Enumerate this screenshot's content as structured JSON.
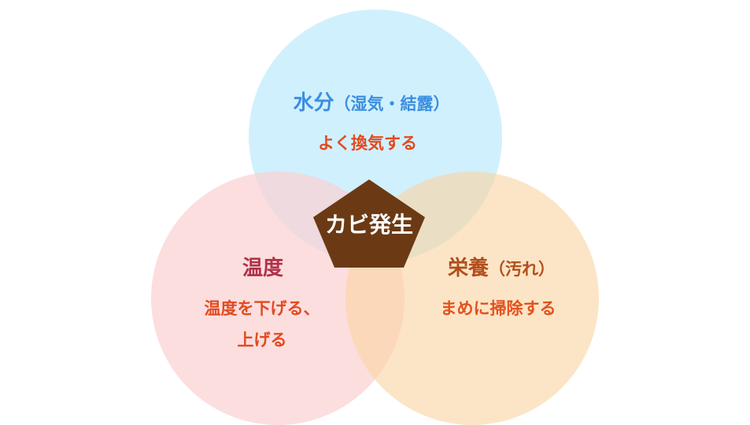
{
  "diagram": {
    "center": {
      "label": "カビ発生",
      "color": "#6b3a14"
    },
    "factors": [
      {
        "name": "水分",
        "qualifier": "（湿気・結露）",
        "action_lines": [
          "よく換気する"
        ],
        "circle_color": "#c6ecfc",
        "title_color": "#3a8ee0"
      },
      {
        "name": "温度",
        "qualifier": "",
        "action_lines": [
          "温度を下げる、",
          "上げる"
        ],
        "circle_color": "#fbd0d2",
        "title_color": "#b2314a"
      },
      {
        "name": "栄養",
        "qualifier": "（汚れ）",
        "action_lines": [
          "まめに掃除する"
        ],
        "circle_color": "#fad4a0",
        "title_color": "#b24e1c"
      }
    ],
    "action_color": "#e24a1e"
  }
}
